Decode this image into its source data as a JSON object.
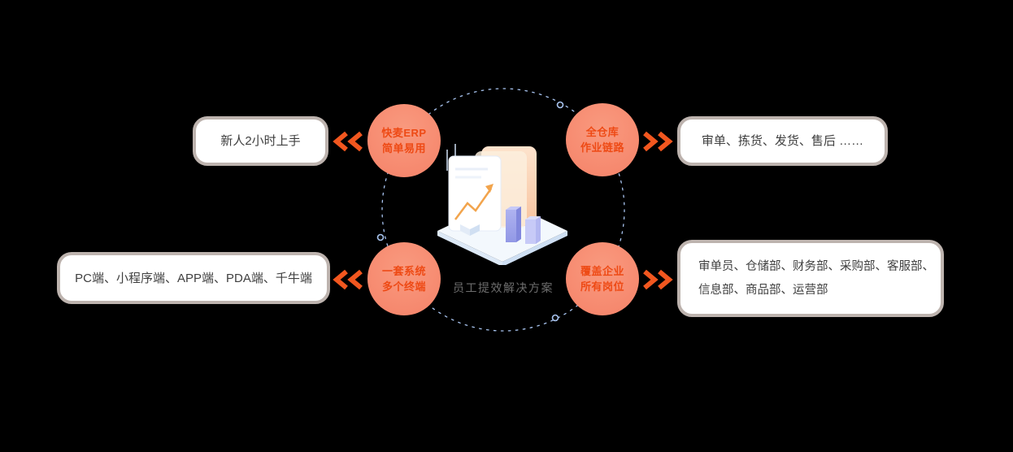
{
  "title": "员工提效解决方案",
  "colors": {
    "background": "#000000",
    "circle_fill": "#f58268",
    "circle_text": "#ee4a15",
    "box_border": "#bdb3ae",
    "box_text": "#3f3f3f",
    "chevron": "#f2571f",
    "orbit_line": "#a8c4f0",
    "center_label": "#6e6e6e"
  },
  "center": {
    "label": "员工提效解决方案"
  },
  "nodes": {
    "top_left": {
      "circle": [
        "快麦ERP",
        "简单易用"
      ],
      "box_lines": [
        "新人2小时上手"
      ]
    },
    "top_right": {
      "circle": [
        "全仓库",
        "作业链路"
      ],
      "box_lines": [
        "审单、拣货、发货、售后 ……"
      ]
    },
    "bottom_left": {
      "circle": [
        "一套系统",
        "多个终端"
      ],
      "box_lines": [
        "PC端、小程序端、APP端、PDA端、千牛端"
      ]
    },
    "bottom_right": {
      "circle": [
        "覆盖企业",
        "所有岗位"
      ],
      "box_lines": [
        "审单员、仓储部、财务部、采购部、客服部、",
        "信息部、商品部、运营部"
      ]
    }
  }
}
